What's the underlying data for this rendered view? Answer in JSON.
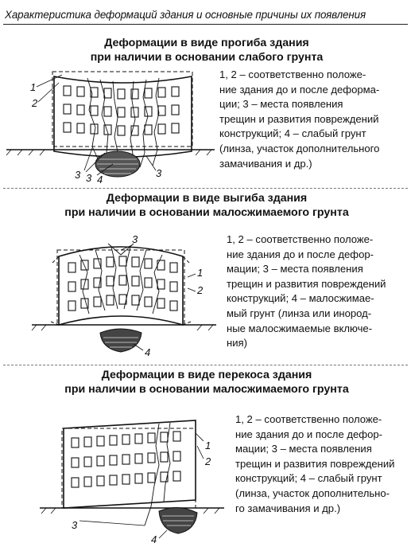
{
  "page_title": "Характеристика деформаций здания и основные причины их появления",
  "sections": [
    {
      "heading": [
        "Деформации в виде прогиба здания",
        "при наличии в основании слабого грунта"
      ],
      "description": [
        "1, 2 – соответственно  положе-",
        "ние здания до и после деформа-",
        "ции; 3 – места появления",
        "трещин и развития повреждений",
        "конструкций; 4 – слабый грунт",
        "(линза, участок дополнительного",
        "замачивания и др.)"
      ],
      "figure_labels": [
        "1",
        "2",
        "3",
        "3",
        "4",
        "3"
      ]
    },
    {
      "heading": [
        "Деформации в виде выгиба здания",
        "при наличии в основании малосжимаемого грунта"
      ],
      "description": [
        "1, 2 – соответственно  положе-",
        "ние здания до и после дефор-",
        "мации; 3 – места появления",
        "трещин и развития повреждений",
        "конструкций; 4 – малосжимае-",
        "мый грунт (линза или инород-",
        "ные малосжимаемые включе-",
        "ния)"
      ],
      "figure_labels": [
        "3",
        "1",
        "2",
        "4"
      ]
    },
    {
      "heading": [
        "Деформации в виде перекоса здания",
        "при наличии в основании малосжимаемого грунта"
      ],
      "description": [
        "1, 2 – соответственно  положе-",
        "ние здания до и после дефор-",
        "мации; 3 – места появления",
        "трещин и развития повреждений",
        "конструкций; 4 – слабый грунт",
        "(линза, участок дополнительно-",
        "го замачивания и др.)"
      ],
      "figure_labels": [
        "1",
        "2",
        "3",
        "4"
      ]
    }
  ]
}
